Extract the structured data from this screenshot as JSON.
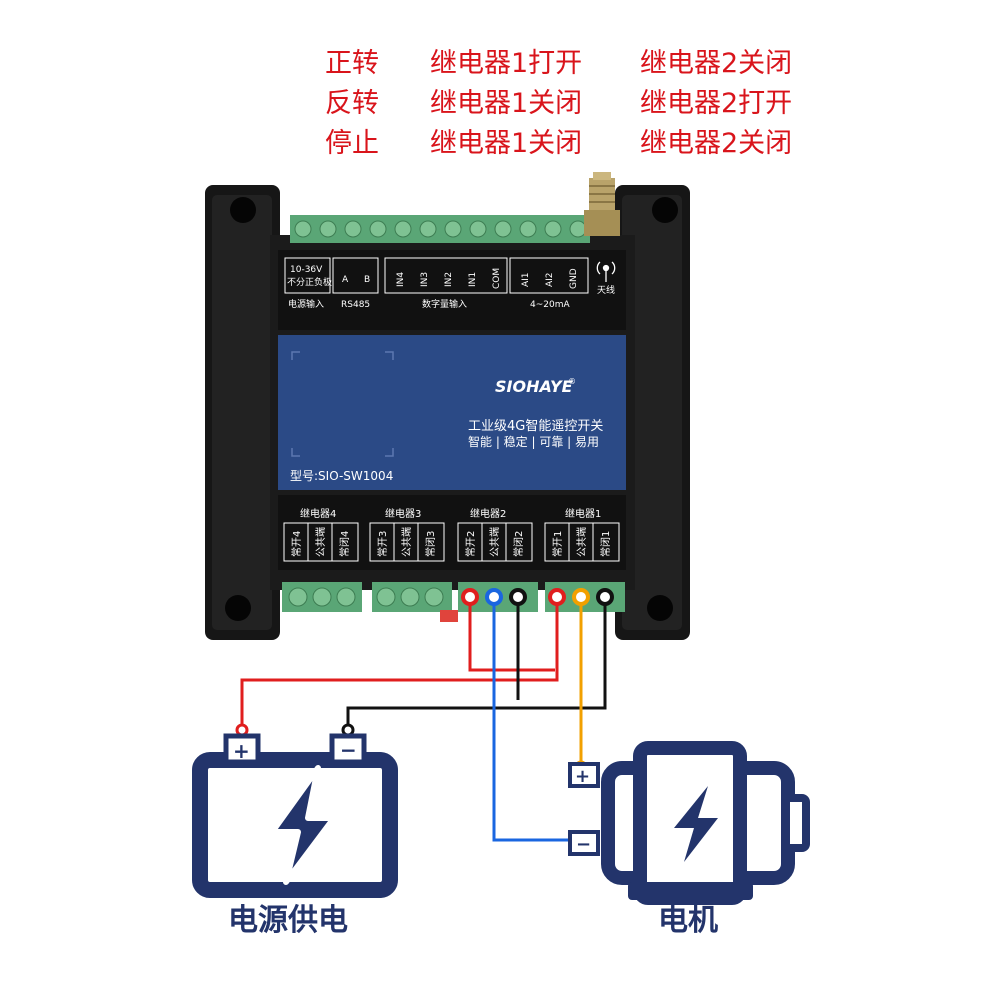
{
  "modes": [
    {
      "mode": "正转",
      "relay1": "继电器1打开",
      "relay2": "继电器2关闭"
    },
    {
      "mode": "反转",
      "relay1": "继电器1关闭",
      "relay2": "继电器2打开"
    },
    {
      "mode": "停止",
      "relay1": "继电器1关闭",
      "relay2": "继电器2关闭"
    }
  ],
  "device": {
    "top_labels": {
      "power_spec_line1": "10-36V",
      "power_spec_line2": "不分正负极",
      "rs485_a": "A",
      "rs485_b": "B",
      "in4": "IN4",
      "in3": "IN3",
      "in2": "IN2",
      "in1": "IN1",
      "com": "COM",
      "ai1": "AI1",
      "ai2": "AI2",
      "gnd": "GND",
      "antenna": "天线"
    },
    "group_labels": {
      "power_input": "电源输入",
      "rs485": "RS485",
      "digital_input": "数字量输入",
      "analog_input": "4~20mA"
    },
    "brand": "SIOHAYE",
    "brand_mark": "®",
    "product_title": "工业级4G智能遥控开关",
    "product_slogan": "智能 | 稳定 | 可靠 | 易用",
    "model": "型号:SIO-SW1004",
    "relays": [
      {
        "name": "继电器4",
        "terminals": [
          "常开4",
          "公共端",
          "常闭4"
        ]
      },
      {
        "name": "继电器3",
        "terminals": [
          "常开3",
          "公共端",
          "常闭3"
        ]
      },
      {
        "name": "继电器2",
        "terminals": [
          "常开2",
          "公共端",
          "常闭2"
        ]
      },
      {
        "name": "继电器1",
        "terminals": [
          "常开1",
          "公共端",
          "常闭1"
        ]
      }
    ]
  },
  "power_supply": {
    "label": "电源供电",
    "plus": "+",
    "minus": "−"
  },
  "motor": {
    "label": "电机",
    "plus": "+",
    "minus": "−"
  },
  "colors": {
    "legend_red": "#d9141b",
    "wire_red": "#e01e1e",
    "wire_blue": "#1a66e0",
    "wire_black": "#111111",
    "wire_orange": "#f2a000",
    "icon_navy": "#23346b",
    "panel_blue": "#2b4a86",
    "terminal_green": "#5aa676"
  }
}
